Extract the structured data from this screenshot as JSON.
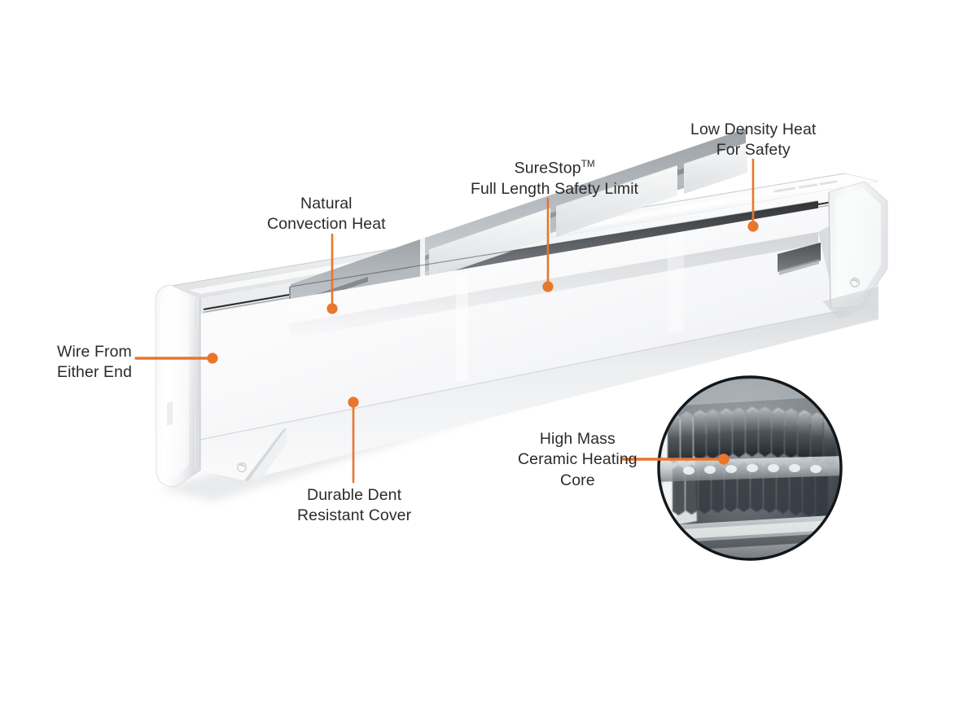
{
  "diagram": {
    "title": "Electric Baseboard Heater Feature Callouts",
    "accent_color": "#e8762c",
    "text_color": "#2b2b2b",
    "background_color": "#ffffff"
  },
  "callouts": [
    {
      "id": "wire-from-either-end",
      "lines": [
        "Wire From",
        "Either End"
      ],
      "align": "left",
      "leader": "horizontal-right"
    },
    {
      "id": "natural-convection-heat",
      "lines": [
        "Natural",
        "Convection Heat"
      ],
      "align": "center",
      "leader": "vertical-down"
    },
    {
      "id": "surestop-full-length-safety-limit",
      "lines": [
        "SureStop",
        "Full Length Safety Limit"
      ],
      "trademark": "TM",
      "align": "center",
      "leader": "vertical-down"
    },
    {
      "id": "low-density-heat-for-safety",
      "lines": [
        "Low Density Heat",
        "For Safety"
      ],
      "align": "center",
      "leader": "vertical-down"
    },
    {
      "id": "durable-dent-resistant-cover",
      "lines": [
        "Durable Dent",
        "Resistant Cover"
      ],
      "align": "center",
      "leader": "vertical-up"
    },
    {
      "id": "high-mass-ceramic-heating-core",
      "lines": [
        "High Mass",
        "Ceramic Heating",
        "Core"
      ],
      "align": "center",
      "leader": "horizontal-right"
    }
  ],
  "product": {
    "name": "electric-baseboard-heater",
    "view": "three-quarter-perspective",
    "body_color": "#ffffff",
    "vent_color": "#6e7175",
    "detail_inset": {
      "name": "ceramic-heating-core-closeup",
      "shape": "circle",
      "subject": "finned ceramic heating element"
    }
  }
}
